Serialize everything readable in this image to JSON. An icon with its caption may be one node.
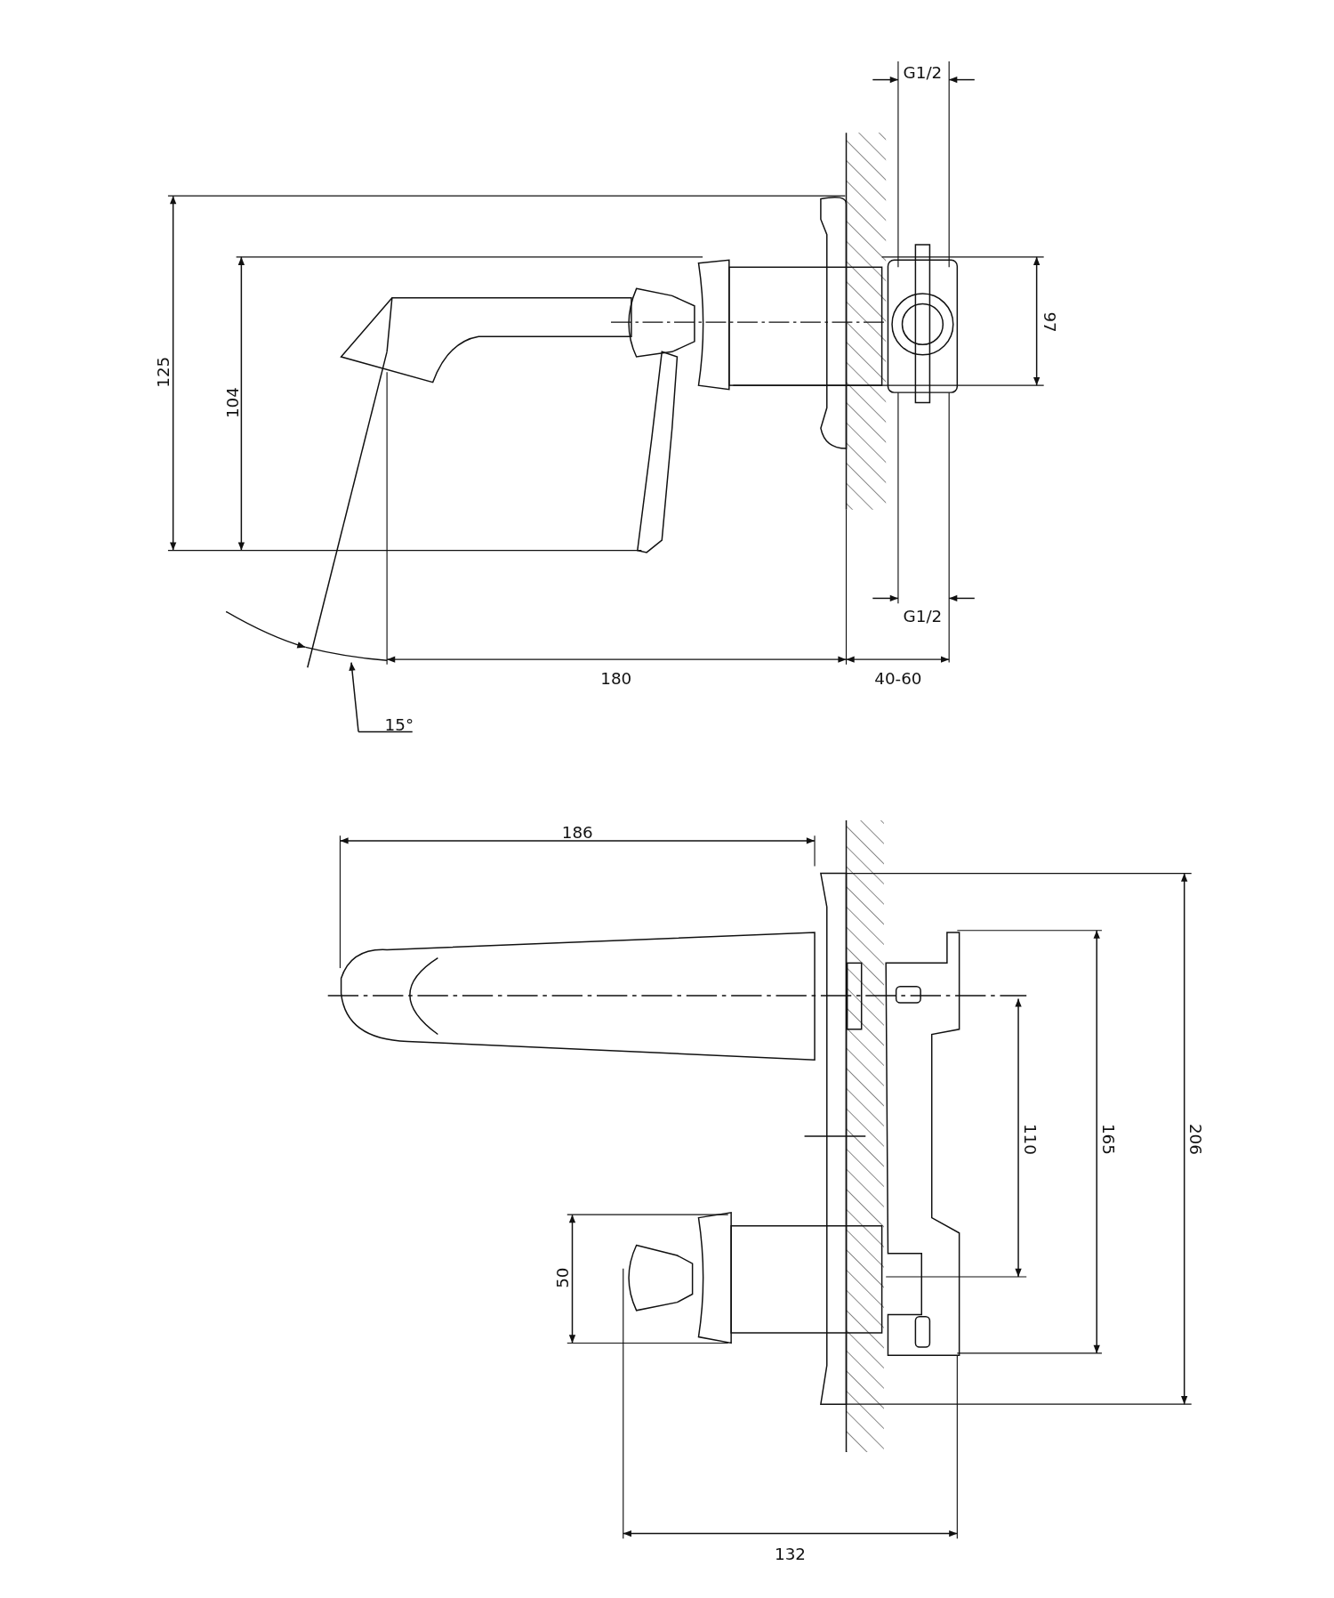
{
  "diagram": {
    "labels": [
      "G1/2",
      "125",
      "104",
      "97",
      "G1/2",
      "180",
      "40-60",
      "15°",
      "186",
      "110",
      "165",
      "206",
      "50",
      "132"
    ]
  }
}
